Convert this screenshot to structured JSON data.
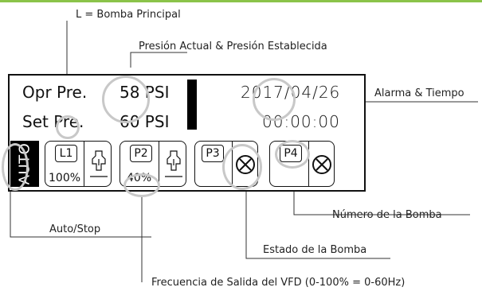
{
  "callouts": {
    "main_pump": "L = Bomba Principal",
    "pressure": "Presión Actual & Presión Establecida",
    "alarm_time": "Alarma & Tiempo",
    "pump_number": "Número de la Bomba",
    "auto_stop": "Auto/Stop",
    "pump_state": "Estado de la Bomba",
    "vfd_freq": "Frecuencia de Salida del VFD (0-100% = 0-60Hz)"
  },
  "display": {
    "opr_label": "Opr Pre.",
    "opr_value": "58 PSI",
    "set_label": "Set Pre.",
    "set_value": "60 PSI",
    "date": "2017/04/26",
    "time": "00:00:00",
    "mode": "AUTO"
  },
  "pumps": [
    {
      "label": "L1",
      "freq": "100%",
      "state_icon": "pump-running-icon"
    },
    {
      "label": "P2",
      "freq": "40%",
      "state_icon": "pump-running-icon"
    },
    {
      "label": "P3",
      "state_icon": "pump-stopped-icon"
    },
    {
      "label": "P4",
      "state_icon": "pump-stopped-icon"
    }
  ],
  "colors": {
    "accent": "#8bc34a",
    "highlight_ring": "#c8c8c8",
    "ink": "#111111"
  }
}
